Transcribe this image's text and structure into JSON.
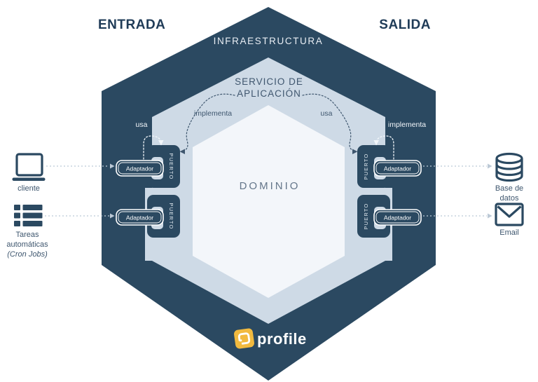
{
  "colors": {
    "navy": "#2B4961",
    "band_blue": "#CEDAE6",
    "domain_fill": "#F3F6FA",
    "heading_navy": "#203C58",
    "slate_text": "#3E566E",
    "domain_text": "#64768A",
    "dotted_connector": "#BCC9D6",
    "logo_yellow": "#F2BA3F",
    "white": "#FFFFFF"
  },
  "headers": {
    "entrada": "ENTRADA",
    "salida": "SALIDA"
  },
  "layers": {
    "infrastructure": "INFRAESTRUCTURA",
    "app_service_line1": "SERVICIO DE",
    "app_service_line2": "APLICACIÓN",
    "domain": "DOMINIO"
  },
  "relations": {
    "left_outer": "usa",
    "left_inner": "implementa",
    "right_inner": "usa",
    "right_outer": "implementa"
  },
  "port_label": "PUERTO",
  "adapter_label": "Adaptador",
  "externals": {
    "client_label": "cliente",
    "tasks_line1": "Tareas",
    "tasks_line2": "automáticas",
    "tasks_line3": "(Cron Jobs)",
    "database_line1": "Base de",
    "database_line2": "datos",
    "email_label": "Email"
  },
  "logo_text": "profile"
}
